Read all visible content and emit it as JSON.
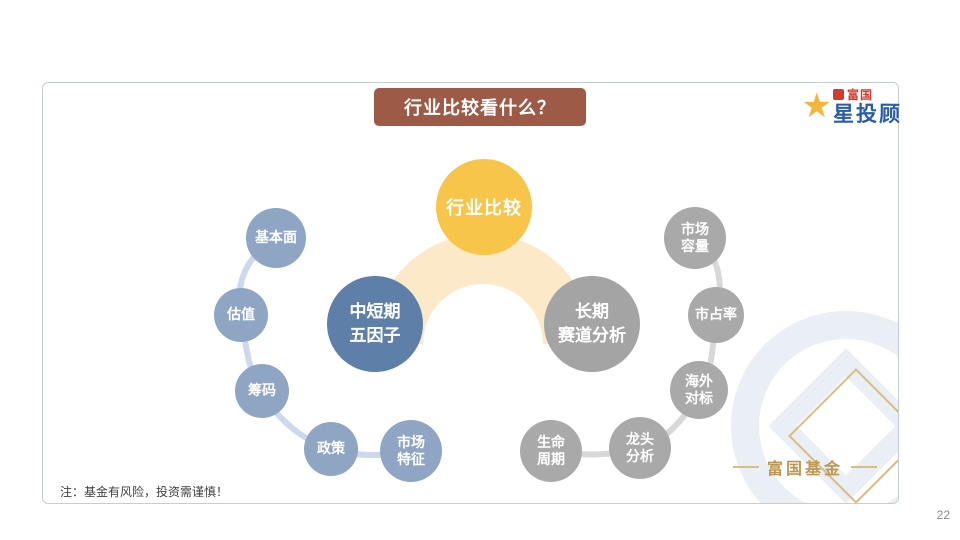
{
  "slide": {
    "title": "行业比较看什么？",
    "note": "注：基金有风险，投资需谨慎！",
    "page_number": "22"
  },
  "logo": {
    "brand_top": "富国",
    "brand_bottom": "星投顾"
  },
  "watermark": {
    "text": "富国基金"
  },
  "colors": {
    "title_bg": "#9c5a47",
    "center_node": "#f6c54a",
    "arc": "#fbe9c8",
    "left_hub": "#5e80a8",
    "right_hub": "#a4a4a4",
    "left_node": "#8ea6c3",
    "right_node": "#a9a9a9",
    "brand_red": "#d23b2f",
    "brand_blue": "#2a5caa",
    "brand_gold": "#f2b63c",
    "watermark_gold": "#bd9751"
  },
  "diagram": {
    "center_node": {
      "label": "行业比较"
    },
    "left_hub": {
      "label": "中短期\n五因子"
    },
    "right_hub": {
      "label": "长期\n赛道分析"
    },
    "left_nodes": [
      {
        "label": "基本面"
      },
      {
        "label": "估值"
      },
      {
        "label": "筹码"
      },
      {
        "label": "政策"
      },
      {
        "label": "市场\n特征"
      }
    ],
    "right_nodes": [
      {
        "label": "市场\n容量"
      },
      {
        "label": "市占率"
      },
      {
        "label": "海外\n对标"
      },
      {
        "label": "龙头\n分析"
      },
      {
        "label": "生命\n周期"
      }
    ]
  }
}
